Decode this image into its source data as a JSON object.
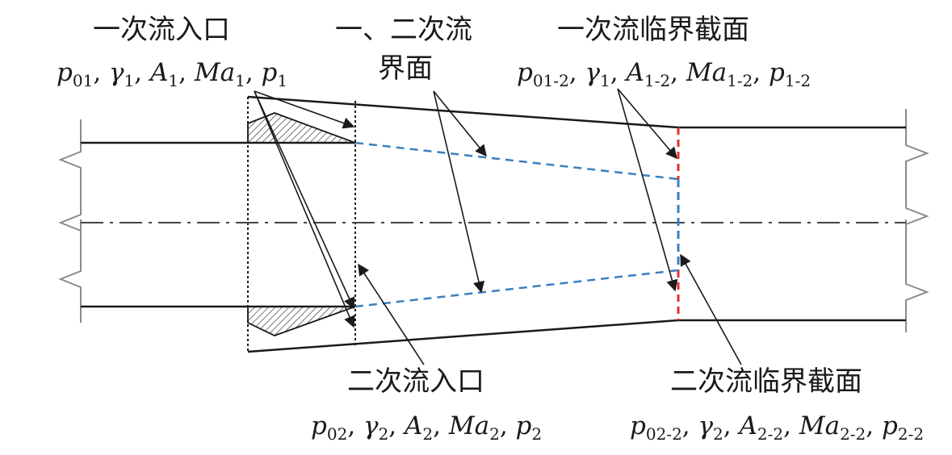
{
  "labels": {
    "primary_inlet": {
      "title": "一次流入口",
      "params": [
        {
          "main": "p",
          "sub": "01"
        },
        {
          "main": "γ",
          "sub": "1"
        },
        {
          "main": "A",
          "sub": "1"
        },
        {
          "main": "Ma",
          "sub": "1"
        },
        {
          "main": "p",
          "sub": "1"
        }
      ]
    },
    "interface": {
      "title_line1": "一、二次流",
      "title_line2": "界面"
    },
    "primary_critical": {
      "title": "一次流临界截面",
      "params": [
        {
          "main": "p",
          "sub": "01-2"
        },
        {
          "main": "γ",
          "sub": "1"
        },
        {
          "main": "A",
          "sub": "1-2"
        },
        {
          "main": "Ma",
          "sub": "1-2"
        },
        {
          "main": "p",
          "sub": "1-2"
        }
      ]
    },
    "secondary_inlet": {
      "title": "二次流入口",
      "params": [
        {
          "main": "p",
          "sub": "02"
        },
        {
          "main": "γ",
          "sub": "2"
        },
        {
          "main": "A",
          "sub": "2"
        },
        {
          "main": "Ma",
          "sub": "2"
        },
        {
          "main": "p",
          "sub": "2"
        }
      ]
    },
    "secondary_critical": {
      "title": "二次流临界截面",
      "params": [
        {
          "main": "p",
          "sub": "02-2"
        },
        {
          "main": "γ",
          "sub": "2"
        },
        {
          "main": "A",
          "sub": "2-2"
        },
        {
          "main": "Ma",
          "sub": "2-2"
        },
        {
          "main": "p",
          "sub": "2-2"
        }
      ]
    }
  },
  "colors": {
    "line": "#1a1a1a",
    "axis": "#444444",
    "interface": "#3a7fc4",
    "critical_section": "#e03030",
    "break_mark": "#8a8a8a"
  }
}
